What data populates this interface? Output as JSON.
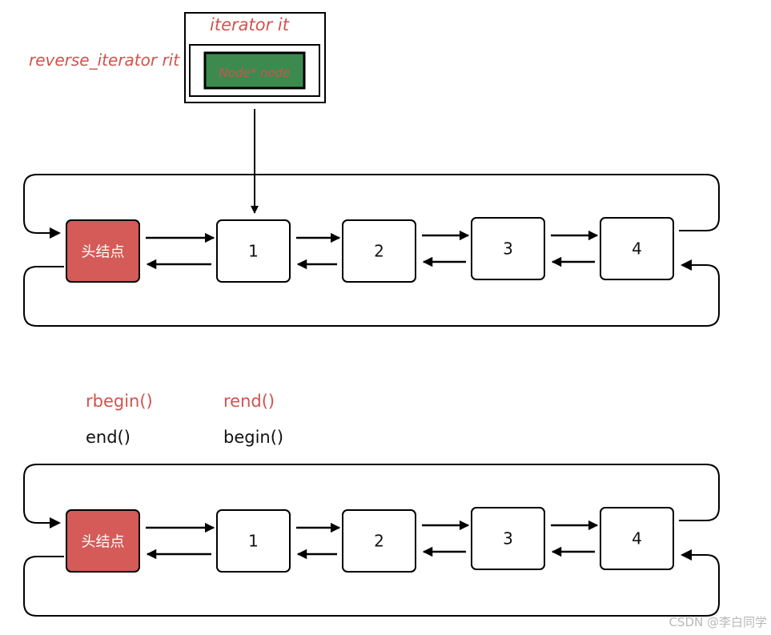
{
  "iterator_box": {
    "outer_label": "iterator it",
    "side_label": "reverse_iterator rit",
    "inner_label": "Node* node",
    "label_color": "#d0534f",
    "inner_fill": "#3d8a4f"
  },
  "lists": [
    {
      "id": "top",
      "head_label": "头结点",
      "nodes": [
        "1",
        "2",
        "3",
        "4"
      ]
    },
    {
      "id": "bottom",
      "head_label": "头结点",
      "nodes": [
        "1",
        "2",
        "3",
        "4"
      ]
    }
  ],
  "head_fill": "#d45b58",
  "labels": {
    "rbegin": "rbegin()",
    "rend": "rend()",
    "end": "end()",
    "begin": "begin()"
  },
  "watermark": "CSDN @李白同学"
}
